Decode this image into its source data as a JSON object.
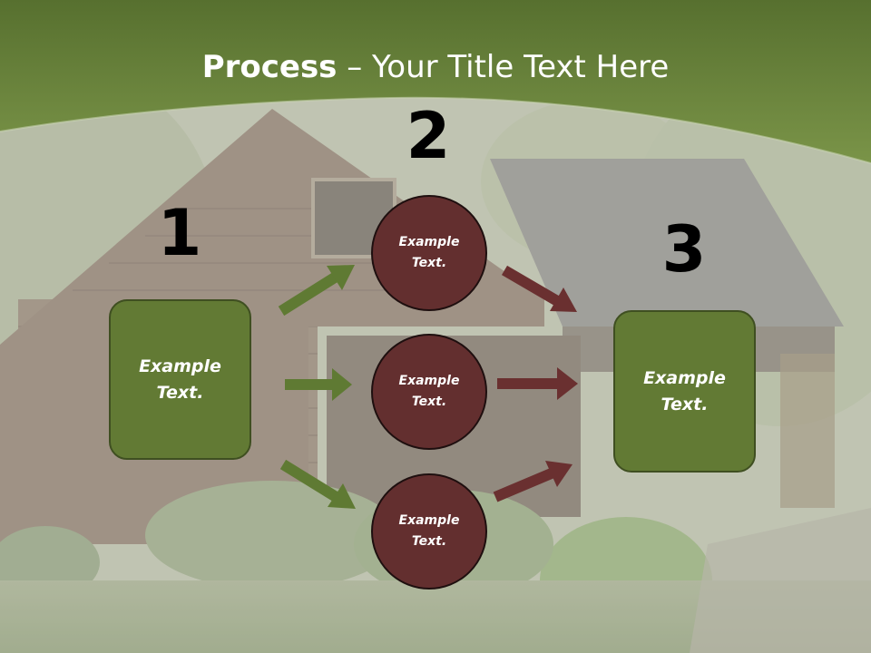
{
  "slide": {
    "title_bold": "Process",
    "title_rest": " – Your Title Text Here"
  },
  "steps": [
    {
      "number": "1",
      "label": "Example Text."
    },
    {
      "number": "2"
    },
    {
      "number": "3",
      "label": "Example Text."
    }
  ],
  "circles": [
    {
      "label": "Example Text."
    },
    {
      "label": "Example Text."
    },
    {
      "label": "Example Text."
    }
  ],
  "colors": {
    "header_green": "#6e8b3d",
    "box_green": "#627a34",
    "circle_maroon": "#632f2f",
    "arrow_green": "#5f7a33",
    "arrow_maroon": "#6a3030"
  }
}
